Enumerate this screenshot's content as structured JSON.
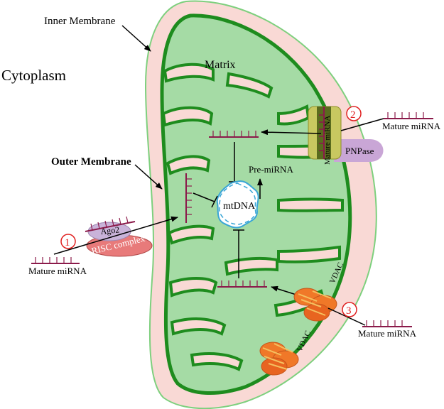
{
  "labels": {
    "cytoplasm": "Cytoplasm",
    "inner_membrane": "Inner Membrane",
    "outer_membrane": "Outer Membrane",
    "matrix": "Matrix",
    "pre_mirna": "Pre-miRNA",
    "mtdna": "mtDNA",
    "ago2": "Ago2",
    "risc_complex": "RISC complex",
    "pnpase": "PNPase",
    "vdac_upper": "VDAC",
    "vdac_lower": "VDAC",
    "mature_mirna_1": "Mature miRNA",
    "mature_mirna_2": "Mature miRNA",
    "mature_mirna_3": "Mature miRNA",
    "mature_mirna_channel": "Mature miRNA"
  },
  "pathways": [
    {
      "number": "1"
    },
    {
      "number": "2"
    },
    {
      "number": "3"
    }
  ],
  "colors": {
    "outer_membrane": "#f9d9d5",
    "matrix": "#a5dba5",
    "inner_membrane_stroke": "#1e8c1e",
    "mirna": "#8b1a4a",
    "mtdna": "#3aa6d6",
    "ago2": "#c9b3d9",
    "risc": "#e87a7a",
    "pnpase": "#c9a6d6",
    "channel": "#c8c860",
    "vdac": "#f07828",
    "number_circle": "#e02020"
  }
}
